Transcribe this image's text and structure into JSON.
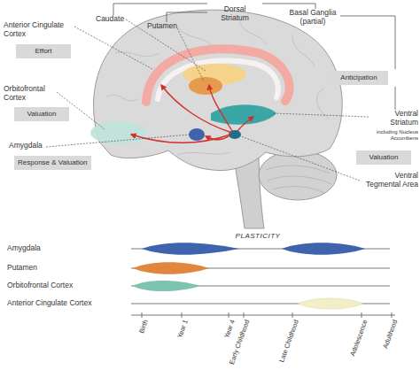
{
  "diagram": {
    "nodes": [
      {
        "text": [
          "Effort"
        ]
      },
      {
        "text": [
          "Anticipation"
        ]
      },
      {
        "text": [
          "Valuation"
        ]
      },
      {
        "text": [
          "Valuation"
        ]
      },
      {
        "text": [
          "Response & Valuation"
        ]
      }
    ],
    "labels": [
      "Dorsal Striatum",
      "Caudate",
      "Putamen",
      "Basal Ganglia (partial)",
      "Anterior Cingulate Cortex",
      "Orbitofrontal Cortex",
      "Amygdala",
      "Ventral Striatum",
      "including Nucleus Accumbens",
      "Ventral Tegmental Area",
      "PLASTICITY",
      "Amygdala",
      "Putamen",
      "Orbitofrontal Cortex",
      "Anterior Cingulate Cortex",
      "Birth",
      "Year 1",
      "Year 4",
      "Early Childhood",
      "Late Childhood",
      "Adolescence",
      "Adulthood"
    ]
  }
}
